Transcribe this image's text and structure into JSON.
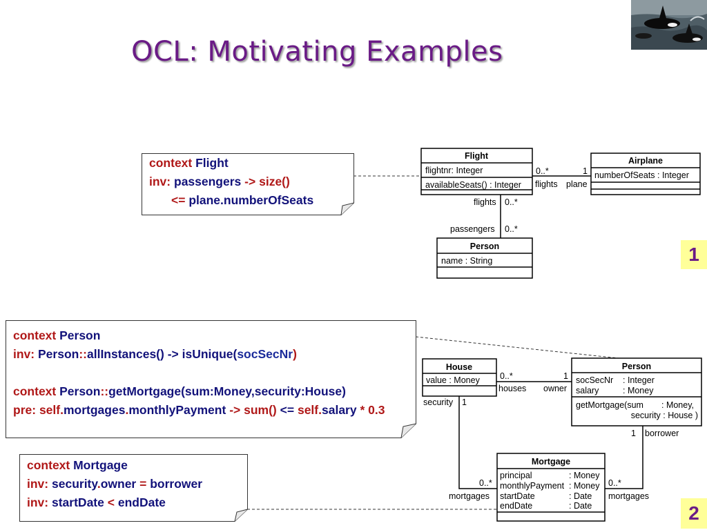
{
  "title": "OCL: Motivating Examples",
  "badges": {
    "one": "1",
    "two": "2"
  },
  "notes": {
    "flight": {
      "line1": {
        "k": "context",
        "t": "Flight"
      },
      "line2": {
        "inv": "inv:",
        "a": "passengers",
        "arrow": "->",
        "size": "size()"
      },
      "line3": {
        "le": "<=",
        "rest": "plane.numberOfSeats"
      }
    },
    "person": {
      "line1": {
        "k": "context",
        "t": "Person"
      },
      "line2": {
        "inv": "inv:",
        "a": "Person",
        "op": "::",
        "b": "allInstances() -> isUnique(",
        "c": "socSecNr",
        "d": ")"
      },
      "line3": {
        "k": "context",
        "a": "Person",
        "op": "::",
        "b": "getMortgage(sum:Money,security:House)"
      },
      "line4": {
        "pre": "pre:",
        "self1": "self.",
        "a": "mortgages",
        "dot": ".",
        "b": "monthlyPayment",
        "arrow": "->",
        "sum": "sum()",
        "le": "<=",
        "self2": "self.",
        "c": "salary",
        "star": "*",
        "num": "0.3"
      }
    },
    "mortgage": {
      "line1": {
        "k": "context",
        "t": "Mortgage"
      },
      "line2": {
        "inv": "inv:",
        "a": "security",
        "dot": ".",
        "b": "owner",
        "eq": "=",
        "c": "borrower"
      },
      "line3": {
        "inv": "inv:",
        "a": "startDate",
        "lt": "<",
        "c": "endDate"
      }
    }
  },
  "uml1": {
    "flight": {
      "name": "Flight",
      "attr": "flightnr: Integer",
      "op": "availableSeats() : Integer"
    },
    "airplane": {
      "name": "Airplane",
      "attr": "numberOfSeats : Integer"
    },
    "person": {
      "name": "Person",
      "attr": "name : String"
    },
    "assoc": {
      "mult_flights": "0..*",
      "role_flights": "flights",
      "mult_plane": "1",
      "role_plane": "plane",
      "role_flights2": "flights",
      "mult_flights2": "0..*",
      "role_passengers": "passengers",
      "mult_passengers": "0..*"
    }
  },
  "uml2": {
    "house": {
      "name": "House",
      "attr": "value : Money"
    },
    "person": {
      "name": "Person",
      "attr1a": "socSecNr",
      "attr1b": ": Integer",
      "attr2a": "salary",
      "attr2b": ": Money",
      "op1a": "getMortgage(sum",
      "op1b": ": Money,",
      "op2": "security : House )"
    },
    "mortgage": {
      "name": "Mortgage",
      "r1a": "principal",
      "r1b": ": Money",
      "r2a": "monthlyPayment",
      "r2b": ": Money",
      "r3a": "startDate",
      "r3b": ": Date",
      "r4a": "endDate",
      "r4b": ": Date"
    },
    "assoc": {
      "m_houses": "0..*",
      "houses": "houses",
      "m_owner": "1",
      "owner": "owner",
      "security": "security",
      "m_security": "1",
      "m_mortgages_left": "0..*",
      "mortgages_left": "mortgages",
      "m_borrower": "1",
      "borrower": "borrower",
      "m_mortgages_right": "0..*",
      "mortgages_right": "mortgages"
    }
  },
  "photo": {
    "subject": "killer-whales-photo"
  }
}
